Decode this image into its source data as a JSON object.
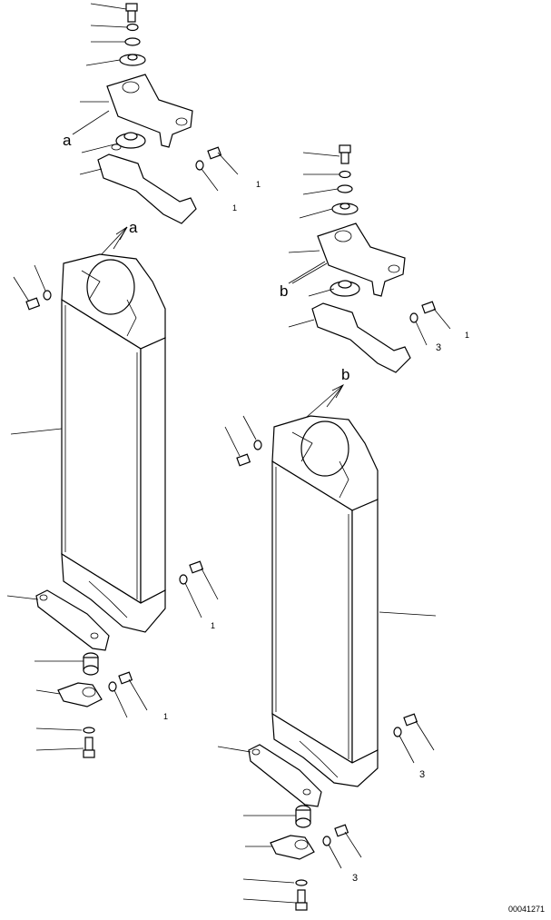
{
  "diagram": {
    "callouts": [
      "a",
      "a",
      "b",
      "b"
    ],
    "stray_marks": [
      "1",
      "1",
      "3",
      "1",
      "3",
      "1",
      "1",
      "3"
    ],
    "drawing_number": "00041271"
  }
}
